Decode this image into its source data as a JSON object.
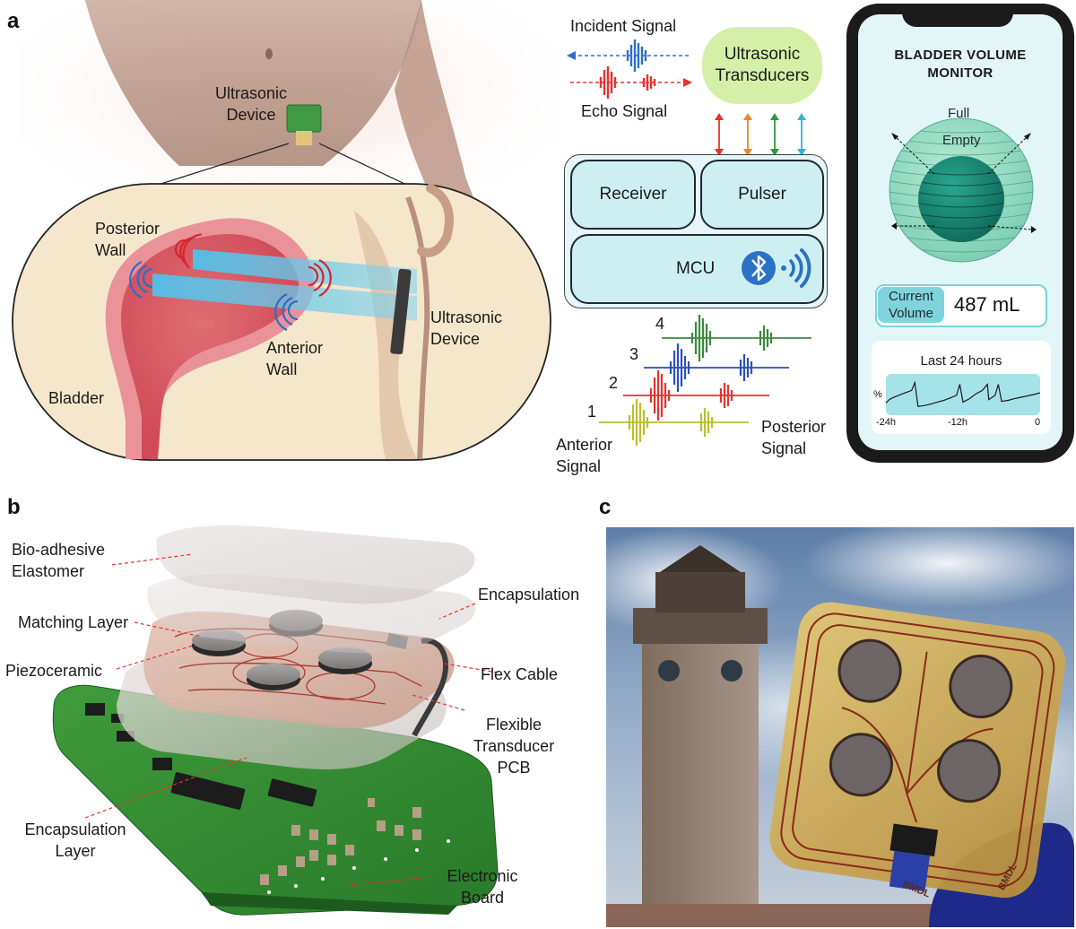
{
  "panels": {
    "a": "a",
    "b": "b",
    "c": "c"
  },
  "panel_a": {
    "ultrasonic_device_top": [
      "Ultrasonic",
      "Device"
    ],
    "posterior_wall": [
      "Posterior",
      "Wall"
    ],
    "anterior_wall": [
      "Anterior",
      "Wall"
    ],
    "bladder": "Bladder",
    "ultrasonic_device_side": [
      "Ultrasonic",
      "Device"
    ],
    "incident_signal": "Incident Signal",
    "echo_signal": "Echo Signal",
    "ultrasonic_transducers": [
      "Ultrasonic",
      "Transducers"
    ],
    "receiver": "Receiver",
    "pulser": "Pulser",
    "mcu": "MCU",
    "channel_numbers": [
      "1",
      "2",
      "3",
      "4"
    ],
    "anterior_signal": [
      "Anterior",
      "Signal"
    ],
    "posterior_signal": [
      "Posterior",
      "Signal"
    ],
    "arrow_colors": [
      "#e8312f",
      "#e58a2c",
      "#2e9a3c",
      "#3ab0d8"
    ],
    "channel_colors": [
      "#b9bf2a",
      "#e8312f",
      "#2a4fbf",
      "#3a8a3a"
    ]
  },
  "phone": {
    "title": [
      "BLADDER VOLUME",
      "MONITOR"
    ],
    "full": "Full",
    "empty": "Empty",
    "current_volume_label": [
      "Current",
      "Volume"
    ],
    "current_volume_value": "487 mL",
    "history_title": "Last 24 hours",
    "y_label": "%",
    "x_ticks": [
      "-24h",
      "-12h",
      "0"
    ]
  },
  "chart_data": {
    "type": "line",
    "title": "Last 24 hours",
    "xlabel": "",
    "ylabel": "%",
    "x_tick_labels": [
      "-24h",
      "-12h",
      "0"
    ],
    "xlim": [
      -24,
      0
    ],
    "ylim": [
      0,
      100
    ],
    "series": [
      {
        "x": [
          -24,
          -23.5,
          -23,
          -22,
          -21,
          -20,
          -19.5,
          -19,
          -18,
          -17,
          -16,
          -15,
          -14,
          -13,
          -12.5,
          -12,
          -11,
          -10,
          -9,
          -8.2,
          -8,
          -7,
          -6.5,
          -6,
          -5,
          -4,
          -3,
          -2,
          -1,
          0
        ],
        "values": [
          25,
          35,
          40,
          48,
          55,
          62,
          85,
          15,
          18,
          22,
          28,
          33,
          40,
          48,
          80,
          28,
          38,
          52,
          62,
          80,
          35,
          48,
          80,
          30,
          33,
          38,
          42,
          46,
          50,
          55
        ]
      }
    ]
  },
  "panel_b": {
    "bio_adhesive": [
      "Bio-adhesive",
      "Elastomer"
    ],
    "encapsulation": "Encapsulation",
    "matching_layer": "Matching Layer",
    "piezoceramic": "Piezoceramic",
    "flex_cable": "Flex Cable",
    "flexible_pcb": [
      "Flexible",
      "Transducer",
      "PCB"
    ],
    "encapsulation_layer": [
      "Encapsulation",
      "Layer"
    ],
    "electronic_board": [
      "Electronic",
      "Board"
    ]
  },
  "panel_c": {
    "device_text": [
      "BMDL",
      "BMDL"
    ]
  }
}
